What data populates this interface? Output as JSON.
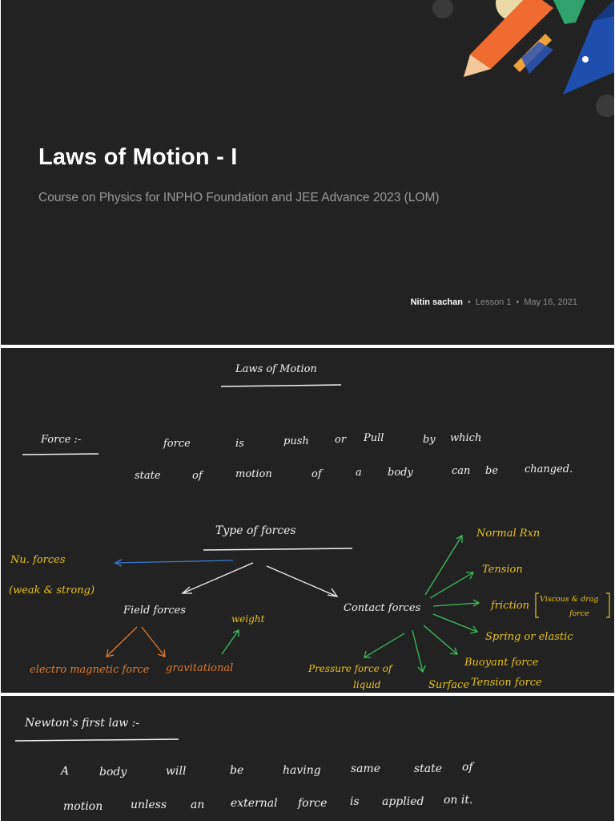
{
  "title_slide": {
    "title": "Laws of Motion - I",
    "subtitle": "Course on Physics for INPHO Foundation and JEE Advance 2023 (LOM)",
    "author": "Nitin sachan",
    "lesson": "Lesson 1",
    "date": "May 16, 2021"
  },
  "forces_slide": {
    "heading": "Laws of Motion",
    "force_label": "Force :-",
    "definition_line1": [
      "force",
      "is",
      "push",
      "or",
      "Pull",
      "by",
      "which"
    ],
    "definition_line2": [
      "state",
      "of",
      "motion",
      "of",
      "a",
      "body",
      "can",
      "be",
      "changed."
    ],
    "types_heading": "Type of forces",
    "nu_forces_line1": "Nu. forces",
    "nu_forces_line2": "(weak & strong)",
    "field_forces": "Field forces",
    "contact_forces": "Contact forces",
    "electromagnetic": "electro magnetic force",
    "gravitational": "gravitational",
    "weight": "weight",
    "normal": "Normal Rxn",
    "tension": "Tension",
    "friction": "friction",
    "friction_note_1": "Viscous & drag",
    "friction_note_2": "force",
    "spring": "Spring or elastic",
    "buoyant": "Buoyant force",
    "surface_tension_1": "Surface",
    "surface_tension_2": "Tension force",
    "pressure_1": "Pressure force of",
    "pressure_2": "liquid"
  },
  "newton_slide": {
    "heading": "Newton's first law :-",
    "line1": [
      "A",
      "body",
      "will",
      "be",
      "having",
      "same",
      "state",
      "of"
    ],
    "line2": [
      "motion",
      "unless",
      "an",
      "external",
      "force",
      "is",
      "applied",
      "on it."
    ]
  },
  "colors": {
    "white_ink": "#f2f2f2",
    "yellow_ink": "#e8c21a",
    "orange_ink": "#e07a2e",
    "green_ink": "#3fbf5c",
    "blue_ink": "#3a7bd5",
    "background": "#222222"
  }
}
